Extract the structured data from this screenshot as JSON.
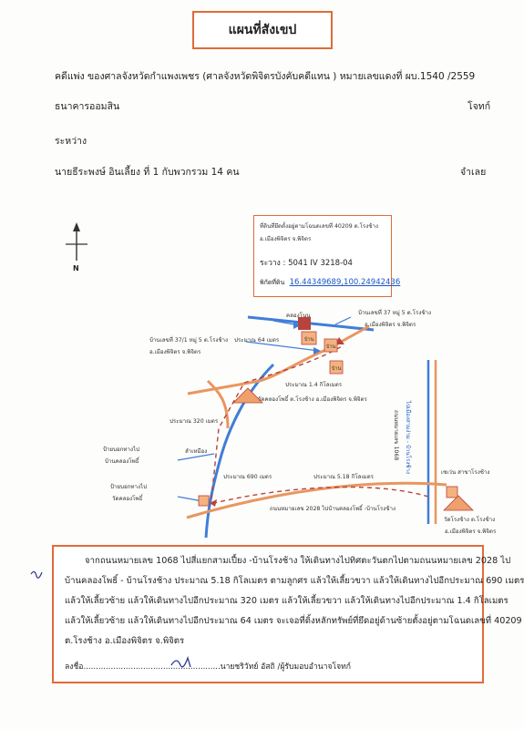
{
  "header": {
    "title": "แผนที่สังเขป",
    "case_line": "คดีแพ่ง ของศาลจังหวัดกำแพงเพชร (ศาลจังหวัดพิจิตรบังคับคดีแทน )  หมายเลขแดงที่ ผบ.1540 /2559",
    "plaintiff": "ธนาคารออมสิน",
    "plaintiff_role": "โจทก์",
    "between": "ระหว่าง",
    "defendant": "นายธีระพงษ์  อินเลี้ยง  ที่ 1 กับพวกรวม  14  คน",
    "defendant_role": "จำเลย"
  },
  "compass": {
    "label": "N"
  },
  "info_box": {
    "address_line1": "ที่ดินที่ยึดตั้งอยู่ตามโฉนดเลขที่ 40209  ต.โรงช้าง",
    "address_line2": "อ.เมืองพิจิตร จ.พิจิตร",
    "map_ref": "ระวาง : 5041 IV 3218-04",
    "coords_label": "พิกัดที่ดิน",
    "coords_value": "16.44349689,100.24942436"
  },
  "map_labels": {
    "canal": "คลองโนน",
    "house_37": "บ้านเลขที่ 37  หมู่ 5  ต.โรงช้าง",
    "house_37_district": "อ.เมืองพิจิตร  จ.พิจิตร",
    "house_37_1": "บ้านเลขที่ 37/1 หมู่ 5  ต.โรงช้าง",
    "house_37_1_district": "อ.เมืองพิจิตร  จ.พิจิตร",
    "approx_64": "ประมาณ   64   เมตร",
    "approx_1_4": "ประมาณ    1.4   กิโลเมตร",
    "temple_khlong_pho": "วัดคลองโพธิ์  ต.โรงช้าง   อ.เมืองพิจิตร  จ.พิจิตร",
    "approx_320": "ประมาณ    320  เมตร",
    "lam_mueang": "ลำเหมือง",
    "sign_khlong_pho": "ป้ายบอกทางไป",
    "sign_khlong_pho_2": "บ้านคลองโพธิ์",
    "sign_temple": "ป้ายบอกทางไป",
    "sign_temple_2": "วัดคลองโพธิ์",
    "approx_690": "ประมาณ   690   เมตร",
    "approx_5_18": "ประมาณ  5.18  กิโลเมตร",
    "road_2028": "ถนนหมายเลข 2028  ไปบ้านคลองโพธิ์  -บ้านโรงช้าง",
    "road_1068": "ถนนหมายเลข  1068",
    "road_1068_dir": "ไปเมืองสามง่าม - บ้านโรงช้าง",
    "house_marker": "บ้าน",
    "shop_label": "เซเว่น  สาขาโรงช้าง",
    "temple_rong_chang": "วัดโรงช้าง   ต.โรงช้าง",
    "temple_rong_chang_district": "อ.เมืองพิจิตร  จ.พิจิตร"
  },
  "route": {
    "lines": [
      "จากถนนหมายเลข  1068   ไปสี่แยกสามเปี้ยง -บ้านโรงช้าง  ให้เดินทางไปทิศตะวันตกไปตามถนนหมายเลข 2028   ไป",
      "บ้านคลองโพธิ์ - บ้านโรงช้าง  ประมาณ  5.18  กิโลเมตร  ตามลูกศร  แล้วให้เลี้ยวขวา  แล้วให้เดินทางไปอีกประมาณ  690 เมตร",
      "แล้วให้เลี้ยวซ้าย  แล้วให้เดินทางไปอีกประมาณ  320 เมตร   แล้วให้เลี้ยวขวา  แล้วให้เดินทางไปอีกประมาณ  1.4  กิโลเมตร",
      "แล้วให้เลี้ยวซ้าย  แล้วให้เดินทางไปอีกประมาณ  64  เมตร   จะเจอที่ดิ้งหลักทรัพย์ที่ยึดอยู่ด้านซ้ายตั้งอยู่ตามโฉนดเลขที่ 40209",
      "ต.โรงช้าง   อ.เมืองพิจิตร  จ.พิจิตร"
    ],
    "signature_line": "ลงชื่อ.......................................................นายชริวัทย์  อัสถิ /ผู้รับมอบอำนาจโจทก์"
  },
  "colors": {
    "accent": "#e06b3a",
    "road_blue": "#3f7ed8",
    "road_orange": "#e99660",
    "marker_red": "#b8433b"
  }
}
